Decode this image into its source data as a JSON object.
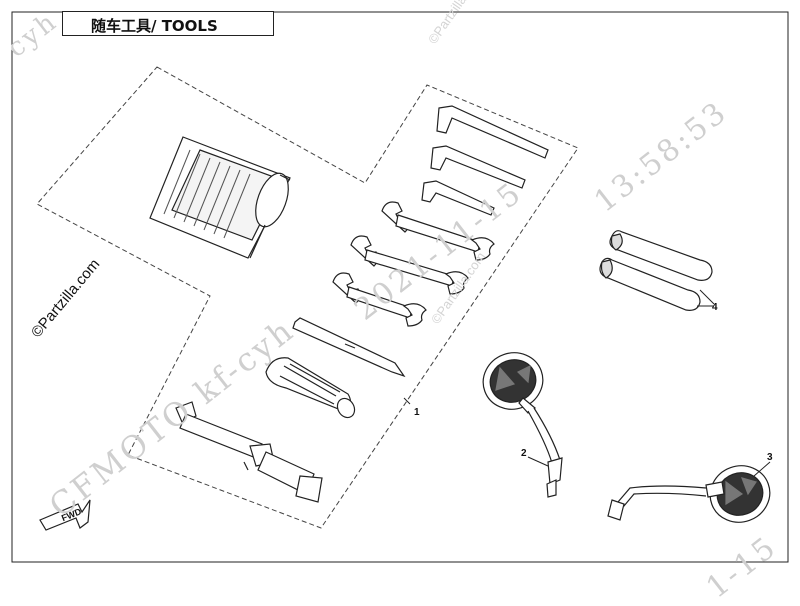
{
  "title": "随车工具/ TOOLS",
  "copyright": "©Partzilla.com",
  "watermarks": {
    "brand": "CFMOTO kf-cyh",
    "date": "2021-11-15",
    "time": "13:58:53",
    "date_partial": "1-15",
    "corner": "cyh"
  },
  "callouts": [
    "1",
    "2",
    "3",
    "4"
  ],
  "fwd_label": "FWD",
  "colors": {
    "line": "#222222",
    "watermark": "#cfcfcf"
  }
}
